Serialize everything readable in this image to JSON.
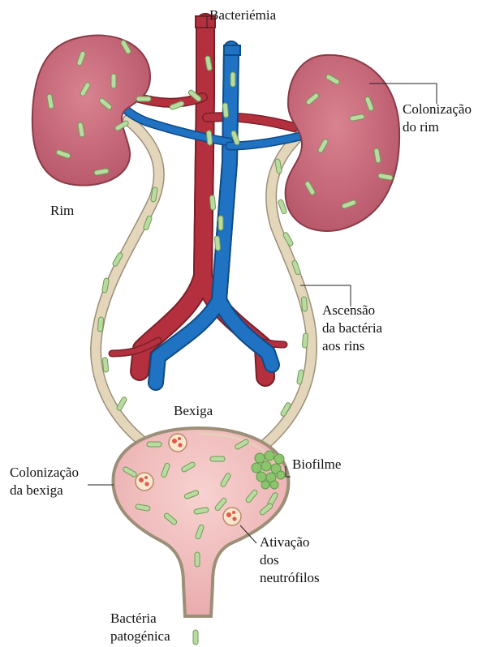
{
  "labels": {
    "bacteremia": "Bacteriémia",
    "kidney_colonization_line1": "Colonização",
    "kidney_colonization_line2": "do rim",
    "kidney": "Rim",
    "ascension_line1": "Ascensão",
    "ascension_line2": "da bactéria",
    "ascension_line3": "aos rins",
    "bladder": "Bexiga",
    "biofilm": "Biofilme",
    "bladder_colonization_line1": "Colonização",
    "bladder_colonization_line2": "da bexiga",
    "neutrophil_activation_line1": "Ativação",
    "neutrophil_activation_line2": "dos",
    "neutrophil_activation_line3": "neutrófilos",
    "pathogenic_bacteria_line1": "Bactéria",
    "pathogenic_bacteria_line2": "patogénica"
  },
  "colors": {
    "kidney_fill": "#c96b7a",
    "artery": "#b5303e",
    "vein": "#1f73c2",
    "ureter": "#ddd0b4",
    "bladder_fill": "#f2bcbc",
    "bacterium": "#b9dba0",
    "biofilm": "#8cc56e",
    "neutrophil": "#fbe6cf"
  }
}
